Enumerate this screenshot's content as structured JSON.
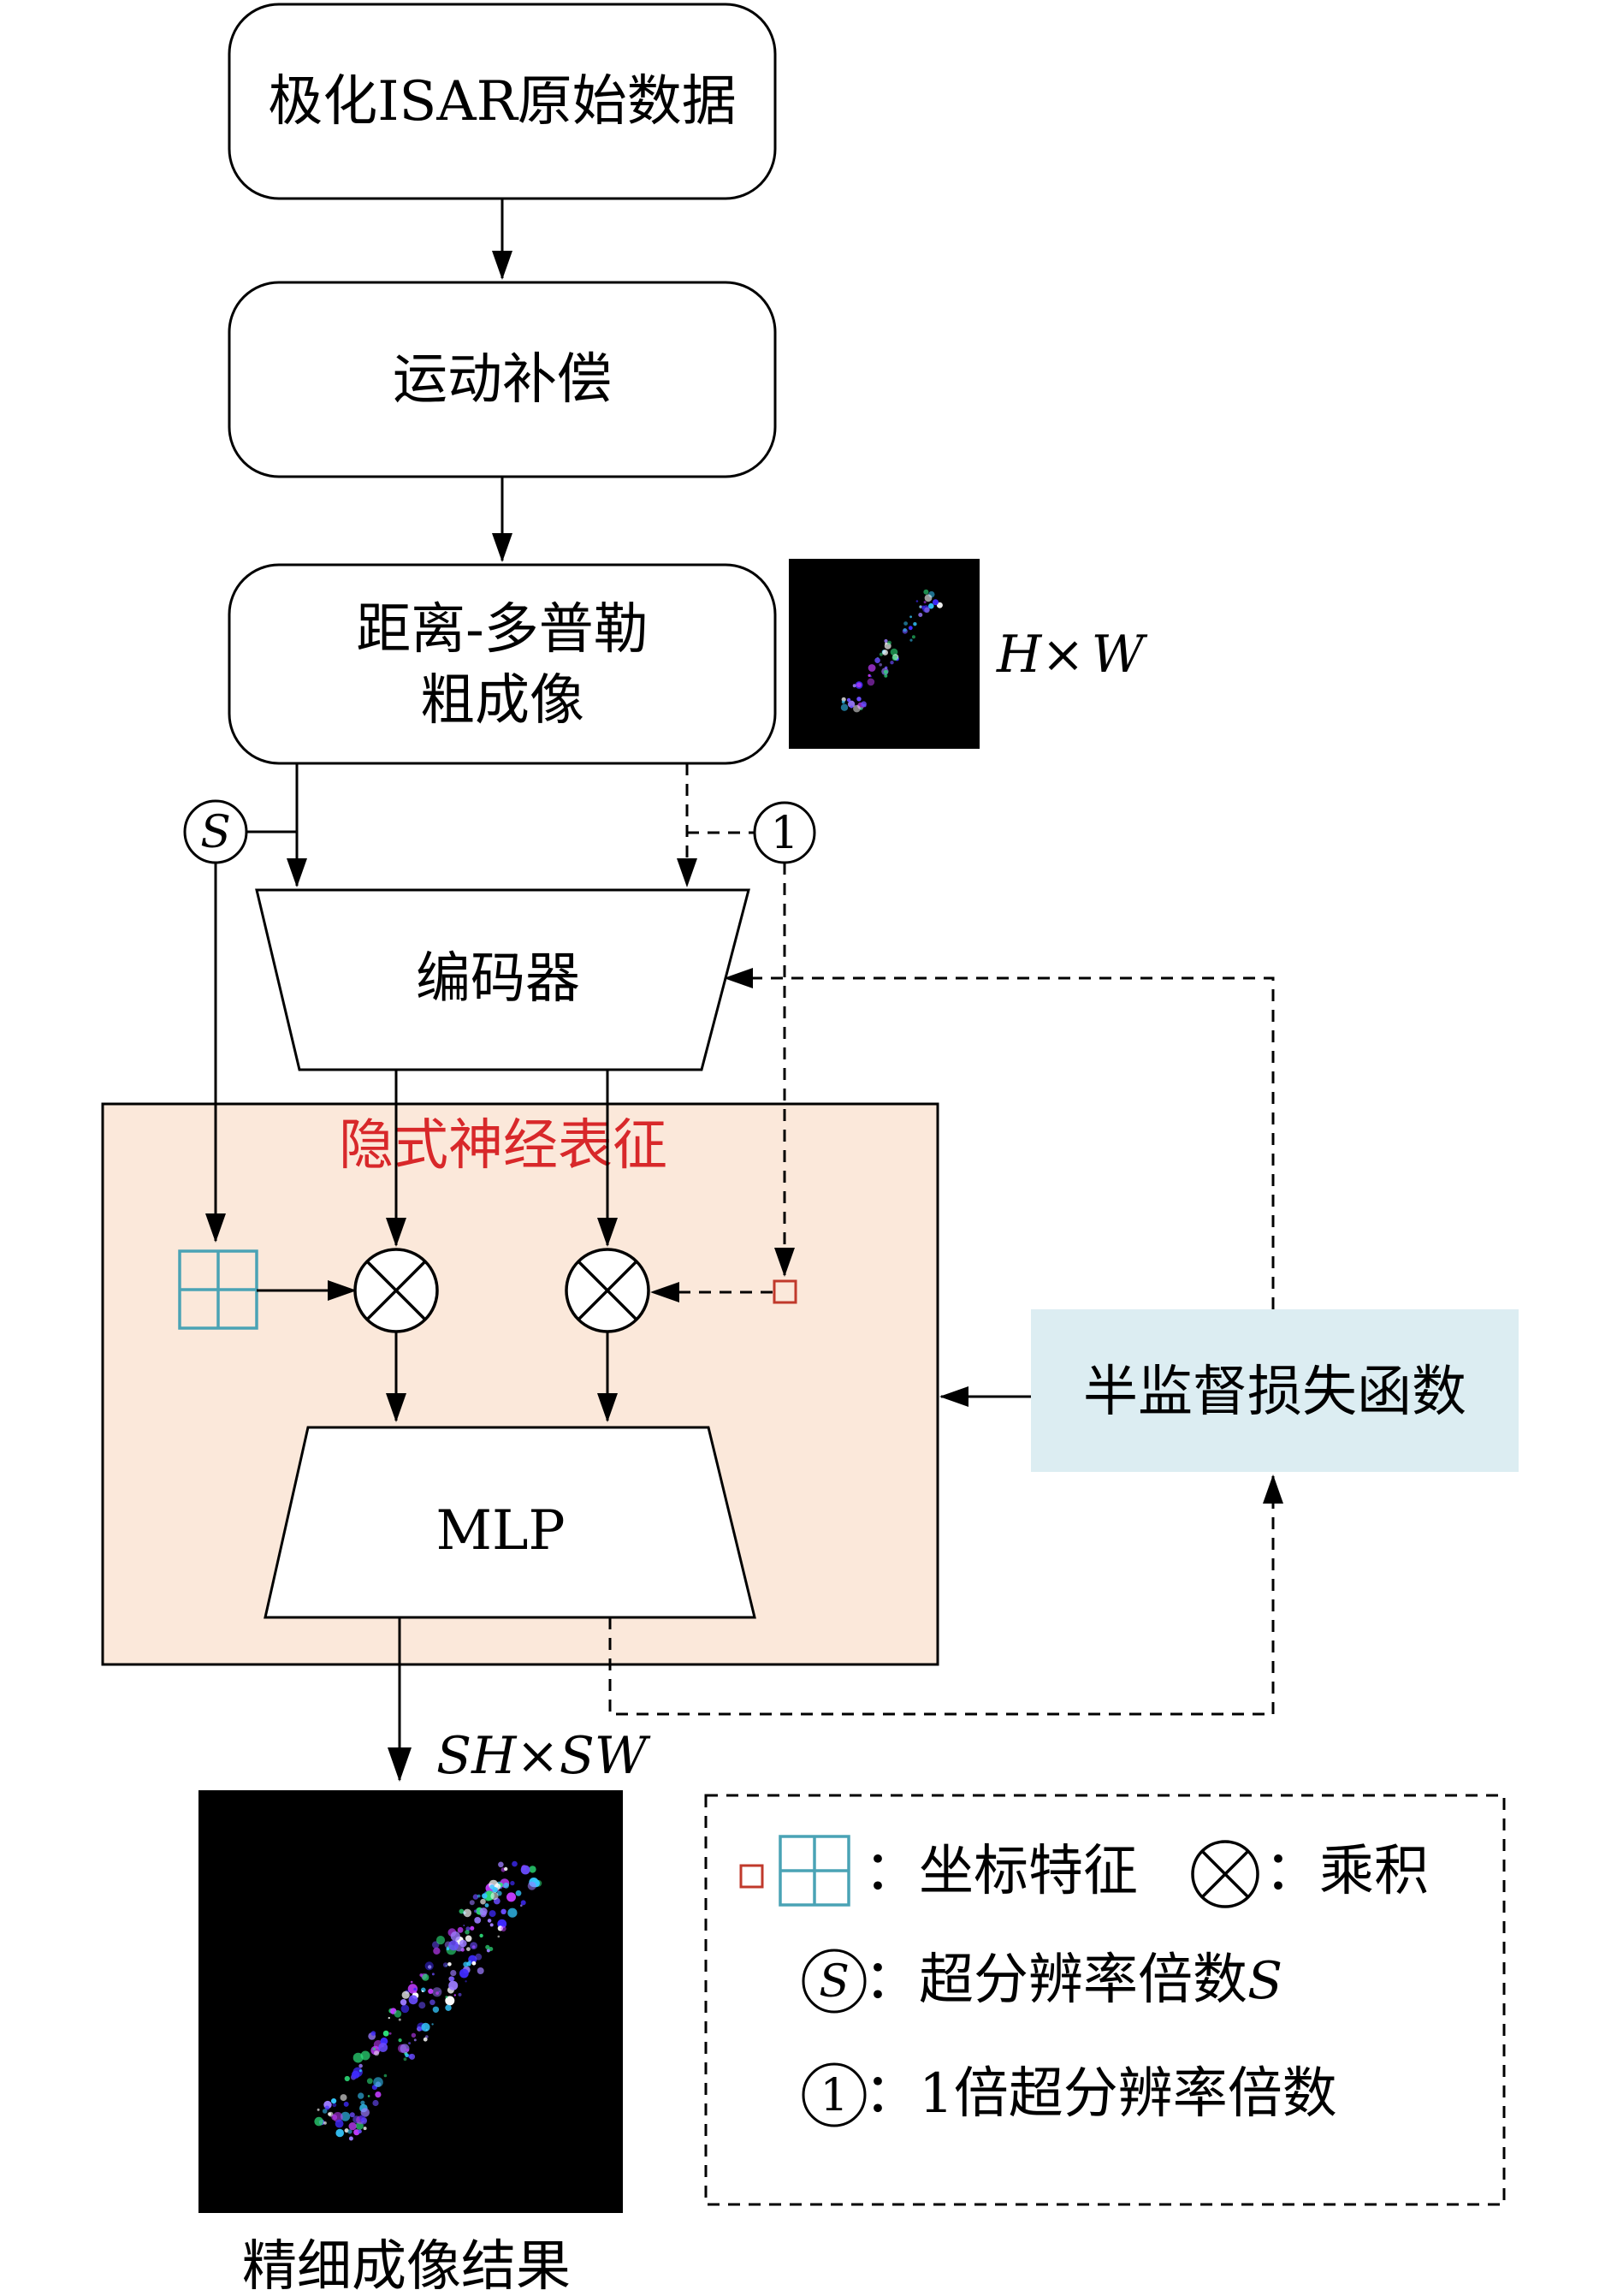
{
  "nodes": {
    "raw_data": "极化ISAR原始数据",
    "motion_comp": "运动补偿",
    "coarse_line1": "距离-多普勒",
    "coarse_line2": "粗成像",
    "encoder": "编码器",
    "inr_title": "隐式神经表征",
    "mlp": "MLP",
    "loss": "半监督损失函数",
    "fine_result": "精细成像结果"
  },
  "dims": {
    "coarse_symbol_h": "H",
    "coarse_times": "×",
    "coarse_symbol_w": "W",
    "fine": "SH×SW"
  },
  "markers": {
    "scale_symbol": "S",
    "unit_symbol": "1"
  },
  "legend": {
    "coord": "：坐标特征",
    "product": "：乘积",
    "scale": "：超分辨率倍数",
    "scale_var": "S",
    "unit": "：1倍超分辨率倍数"
  },
  "colors": {
    "inr_bg": "#fbe8da",
    "loss_bg": "#dcedf2",
    "grid_icon": "#4aa3b5",
    "small_square": "#c0392b",
    "red_title": "#d8282a"
  }
}
